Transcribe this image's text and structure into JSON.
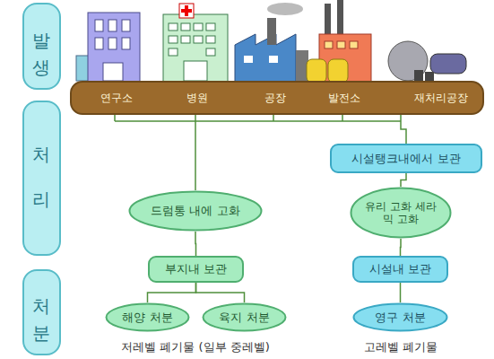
{
  "diagram": {
    "nodes": [
      {
        "text": [
          "발생"
        ]
      },
      {
        "text": [
          "처리"
        ]
      },
      {
        "text": [
          "처분"
        ]
      },
      {
        "text": [
          "연구소",
          "병원",
          "공장",
          "발전소",
          "재처리공장"
        ]
      },
      {
        "text": [
          "시설탱크내에서 보관"
        ]
      },
      {
        "text": [
          "드럼통 내에 고화"
        ]
      },
      {
        "text": [
          "유리 고화 세라믹 고화"
        ]
      },
      {
        "text": [
          "부지내 보관"
        ]
      },
      {
        "text": [
          "시설내 보관"
        ]
      },
      {
        "text": [
          "해양 처분"
        ]
      },
      {
        "text": [
          "육지 처분"
        ]
      },
      {
        "text": [
          "영구 처분"
        ]
      }
    ],
    "edges": [
      {
        "from": 3,
        "to": 5,
        "arrow": "none"
      },
      {
        "from": 3,
        "to": 4,
        "arrow": "none"
      },
      {
        "from": 4,
        "to": 6,
        "arrow": "none"
      },
      {
        "from": 5,
        "to": 7,
        "arrow": "none"
      },
      {
        "from": 6,
        "to": 8,
        "arrow": "none"
      },
      {
        "from": 7,
        "to": 9,
        "arrow": "none"
      },
      {
        "from": 7,
        "to": 10,
        "arrow": "none"
      },
      {
        "from": 8,
        "to": 11,
        "arrow": "none"
      }
    ],
    "labels": [
      "저레벨 폐기물 (일부 중레벨)",
      "고레벨 폐기물"
    ]
  }
}
